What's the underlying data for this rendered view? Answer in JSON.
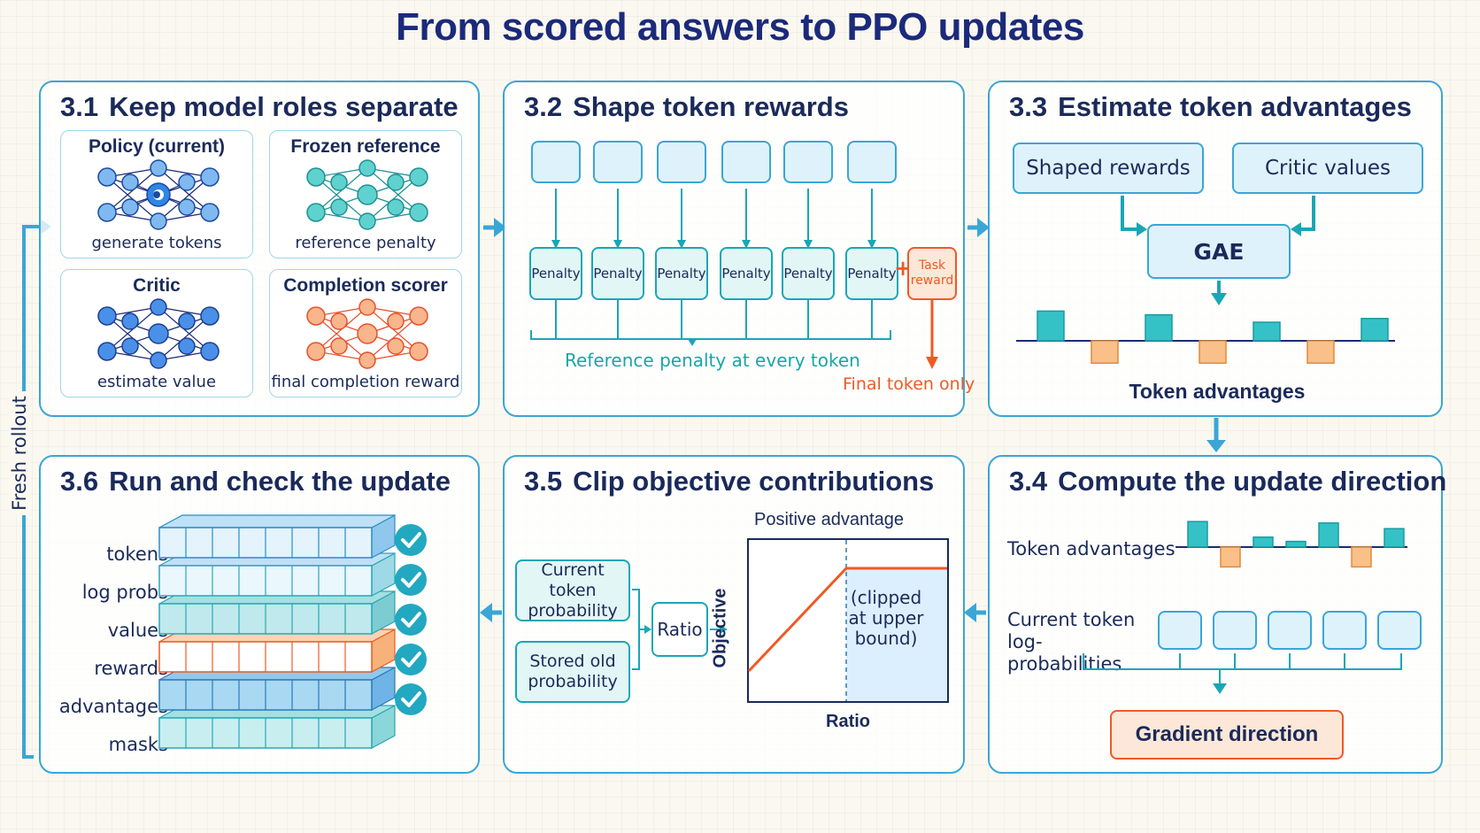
{
  "title": "From scored answers to PPO updates",
  "side_label": "Fresh rollout",
  "panel1": {
    "num": "3.1",
    "title": "Keep model roles separate",
    "cards": [
      {
        "title": "Policy (current)",
        "caption": "generate tokens"
      },
      {
        "title": "Frozen reference",
        "caption": "reference penalty"
      },
      {
        "title": "Critic",
        "caption": "estimate value"
      },
      {
        "title": "Completion scorer",
        "caption": "final completion reward"
      }
    ]
  },
  "panel2": {
    "num": "3.2",
    "title": "Shape token rewards",
    "penalty_labels": [
      "Penalty",
      "Penalty",
      "Penalty",
      "Penalty",
      "Penalty",
      "Penalty"
    ],
    "plus": "+",
    "task_reward": "Task reward",
    "penalty_caption": "Reference penalty at every token",
    "final_caption": "Final token only"
  },
  "panel3": {
    "num": "3.3",
    "title": "Estimate token advantages",
    "shaped": "Shaped rewards",
    "critic": "Critic values",
    "gae": "GAE",
    "caption": "Token advantages",
    "bars": [
      0.8,
      -0.6,
      0.7,
      -0.6,
      0.5,
      -0.6,
      0.6
    ]
  },
  "panel4": {
    "num": "3.4",
    "title": "Compute the update direction",
    "adv_label": "Token advantages",
    "logprob_label": "Current token log-probabilities",
    "gradient": "Gradient direction",
    "bars": [
      0.9,
      -0.7,
      0.35,
      0.2,
      0.85,
      -0.7,
      0.65
    ]
  },
  "panel5": {
    "num": "3.5",
    "title": "Clip objective contributions",
    "current_prob": "Current token probability",
    "stored_prob": "Stored old probability",
    "ratio_box": "Ratio",
    "plot_title": "Positive advantage",
    "y_axis": "Objective",
    "x_axis": "Ratio",
    "clip_note": "(clipped at upper bound)"
  },
  "panel6": {
    "num": "3.6",
    "title": "Run and check the update",
    "rows": [
      "tokens",
      "log probs",
      "values",
      "rewards",
      "advantages",
      "masks"
    ]
  },
  "colors": {
    "accent": "#3aa6d6",
    "navy": "#1b2a7a",
    "teal": "#1aa6a6",
    "orange": "#ee5a24",
    "teal_bar": "#35c2c6",
    "orange_bar": "#f9c08a"
  }
}
